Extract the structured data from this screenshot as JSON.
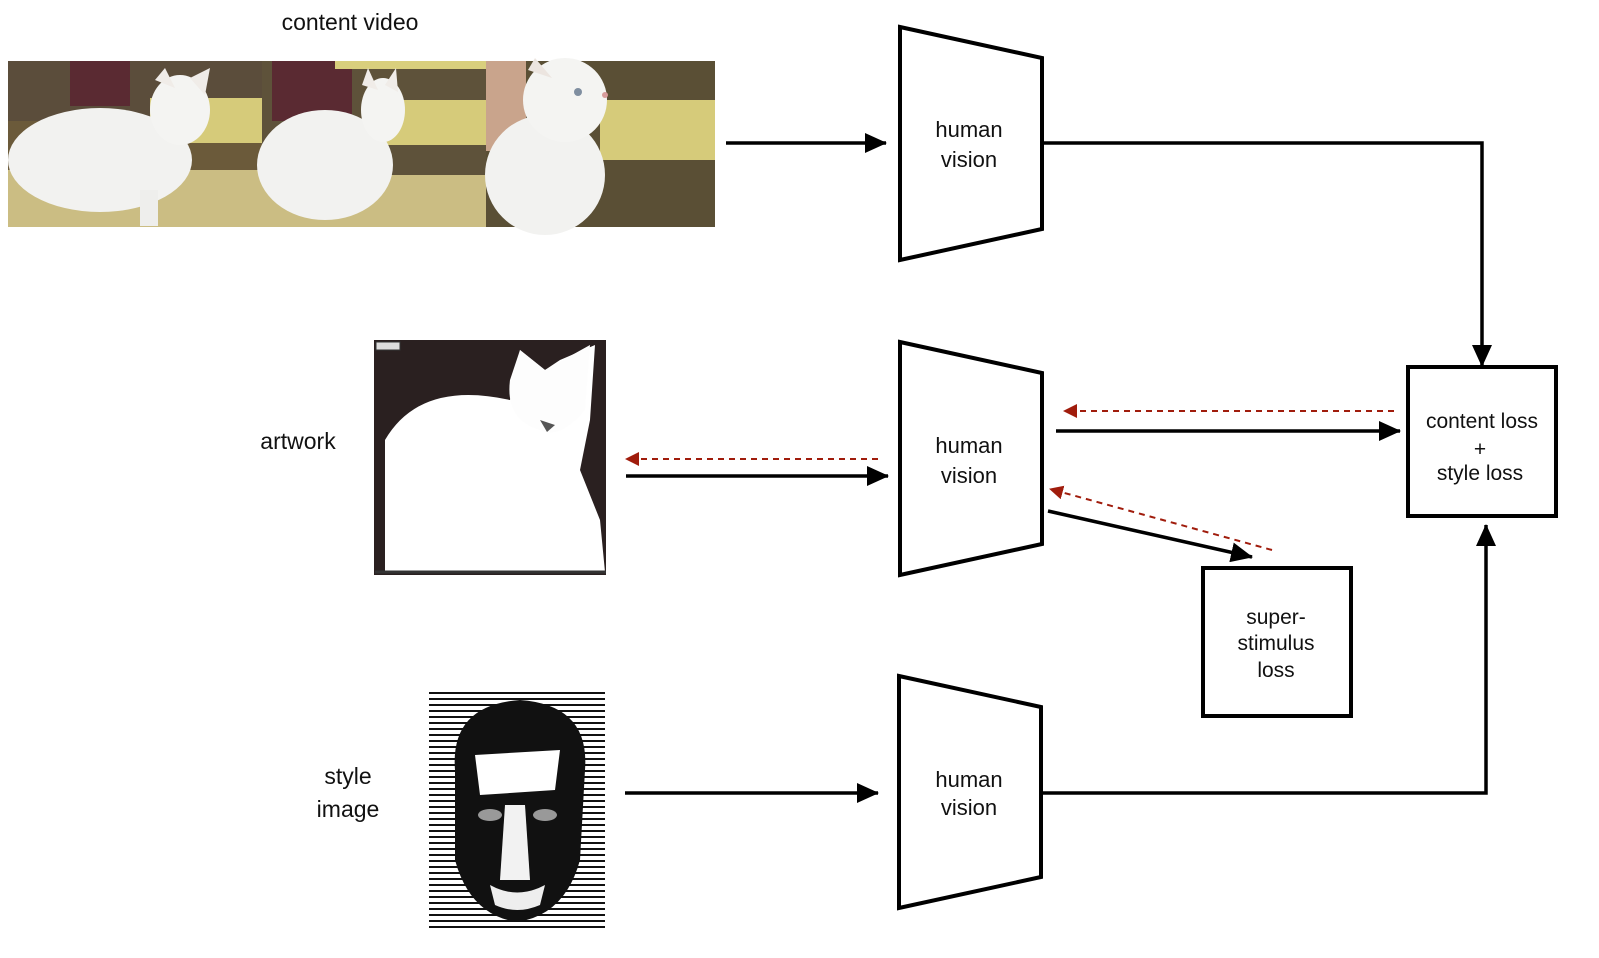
{
  "labels": {
    "content_video": "content video",
    "artwork": "artwork",
    "style_line1": "style",
    "style_line2": "image"
  },
  "images": {
    "content_frames": [
      "cat-frame-1",
      "cat-frame-2",
      "cat-frame-3"
    ],
    "artwork": "white-cat-woodcut",
    "style": "portrait-woodcut"
  },
  "nodes": {
    "hv_top": [
      "human",
      "vision"
    ],
    "hv_mid": [
      "human",
      "vision"
    ],
    "hv_bot": [
      "human",
      "vision"
    ],
    "loss_box": [
      "content loss",
      "+",
      "style loss"
    ],
    "super_box": [
      "super-",
      "stimulus",
      "loss"
    ]
  },
  "colors": {
    "line": "#000000",
    "gradient_arrow": "#a01c0c"
  }
}
